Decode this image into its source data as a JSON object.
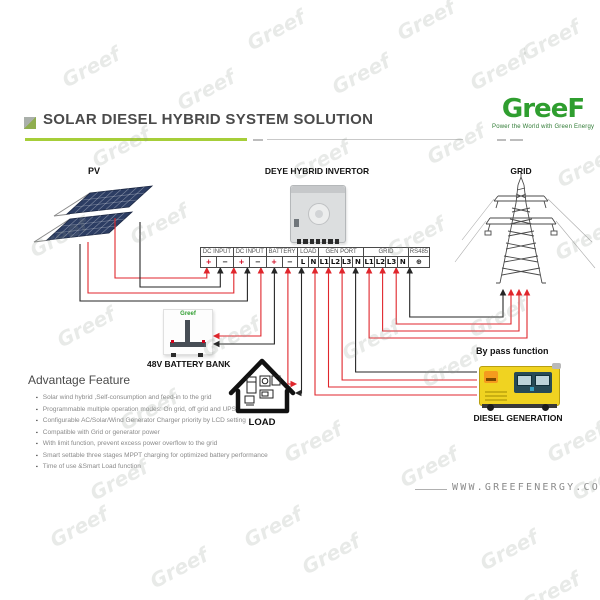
{
  "header": {
    "title": "SOLAR DIESEL HYBRID SYSTEM SOLUTION",
    "logo_text": "GreeF",
    "logo_tagline": "Power the World with Green Energy"
  },
  "watermark": {
    "text": "Greef"
  },
  "diagram": {
    "pv_label": "PV",
    "inverter_label": "DEYE HYBRID INVERTOR",
    "grid_label": "GRID",
    "battery_label": "48V BATTERY BANK",
    "battery_logo": "Greef",
    "load_label": "LOAD",
    "bypass_label": "By pass function",
    "generator_label": "DIESEL GENERATION",
    "terminal_strip": {
      "sections": [
        {
          "label": "DC INPUT",
          "terminals": [
            "+",
            "−"
          ]
        },
        {
          "label": "DC INPUT",
          "terminals": [
            "+",
            "−"
          ]
        },
        {
          "label": "BATTERY",
          "terminals": [
            "+",
            "−"
          ]
        },
        {
          "label": "LOAD",
          "terminals": [
            "L",
            "N"
          ]
        },
        {
          "label": "GEN PORT",
          "terminals": [
            "L1",
            "L2",
            "L3",
            "N"
          ]
        },
        {
          "label": "GRID",
          "terminals": [
            "L1",
            "L2",
            "L3",
            "N"
          ]
        },
        {
          "label": "RS485",
          "terminals": [
            "⊕"
          ]
        }
      ]
    }
  },
  "features": {
    "heading": "Advantage Feature",
    "items": [
      "Solar wind hybrid ,Self-consumption and feed-in to the grid",
      "Programmable multiple operation modes: On grid, off grid and UPS",
      "Configurable AC/Solar/Wind Generator Charger priority by LCD setting",
      "Compatible with Grid or generator power",
      "With limit function, prevent excess power overflow to the grid",
      "Smart settable three stages MPPT charging for optimized battery performance",
      "Time of use &Smart Load function"
    ]
  },
  "footer": {
    "website": "WWW.GREEFENERGY.COM"
  },
  "colors": {
    "accent_green": "#a6ce39",
    "logo_green": "#2f9e2f",
    "wire_red": "#e0262c",
    "wire_black": "#262626",
    "panel_navy": "#2c3d63",
    "generator_yellow": "#f0d321",
    "title_gray": "#4a4a4a"
  }
}
